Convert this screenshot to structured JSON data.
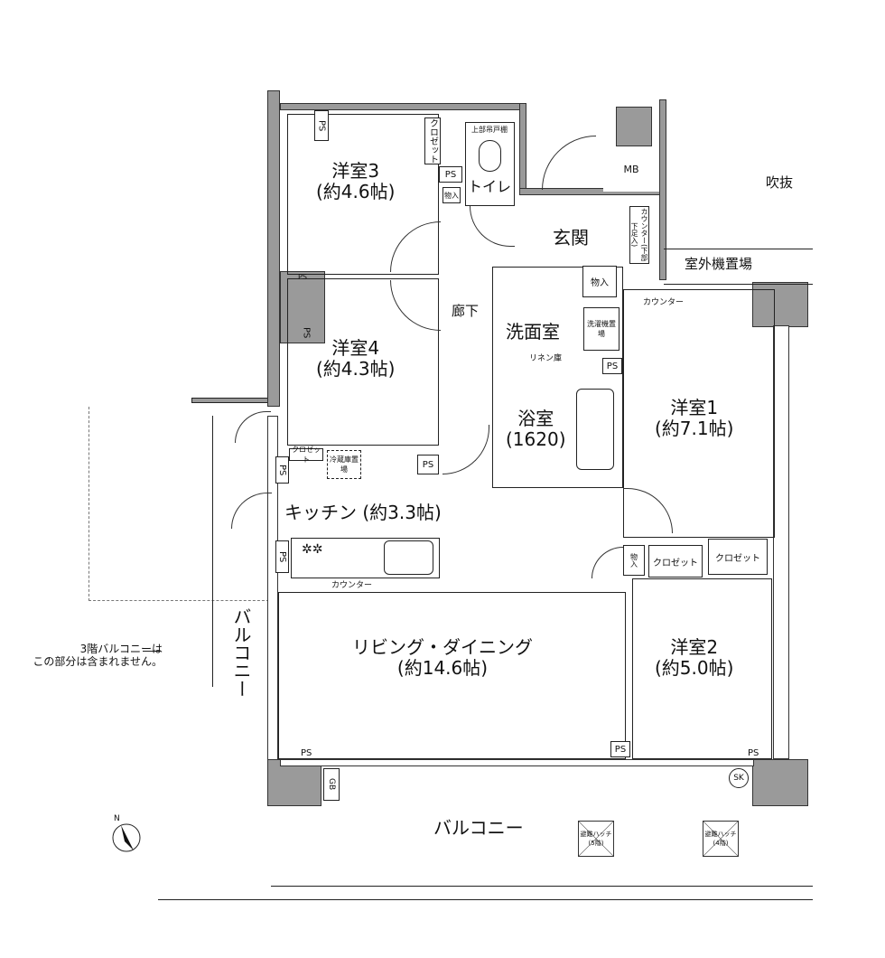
{
  "rooms": {
    "western3": {
      "name": "洋室3",
      "size": "(約4.6帖)"
    },
    "western4": {
      "name": "洋室4",
      "size": "(約4.3帖)"
    },
    "western1": {
      "name": "洋室1",
      "size": "(約7.1帖)"
    },
    "western2": {
      "name": "洋室2",
      "size": "(約5.0帖)"
    },
    "toilet": "トイレ",
    "entrance": "玄関",
    "corridor": "廊下",
    "washroom": "洗面室",
    "bathroom": {
      "name": "浴室",
      "size": "(1620)"
    },
    "kitchen": "キッチン (約3.3帖)",
    "living": {
      "name": "リビング・ダイニング",
      "size": "(約14.6帖)"
    },
    "balcony_main": "バルコニー",
    "balcony_side": "バルコニー",
    "void": "吹抜",
    "outdoor_unit": "室外機置場"
  },
  "fixtures": {
    "closet": "クロゼット",
    "ps": "PS",
    "storage": "物入",
    "mb": "MB",
    "upper_cabinet": "上部吊戸棚",
    "counter_under": "カウンター(下部下足入)",
    "counter": "カウンター",
    "laundry": "洗濯機置場",
    "linen": "リネン庫",
    "fridge": "冷蔵庫置場",
    "gb": "GB",
    "sk": "SK",
    "hatch5": "避難ハッチ(5階)",
    "hatch4": "避難ハッチ(4階)"
  },
  "note": {
    "line1": "3階バルコニーは",
    "line2": "この部分は含まれません。"
  },
  "compass": "N"
}
